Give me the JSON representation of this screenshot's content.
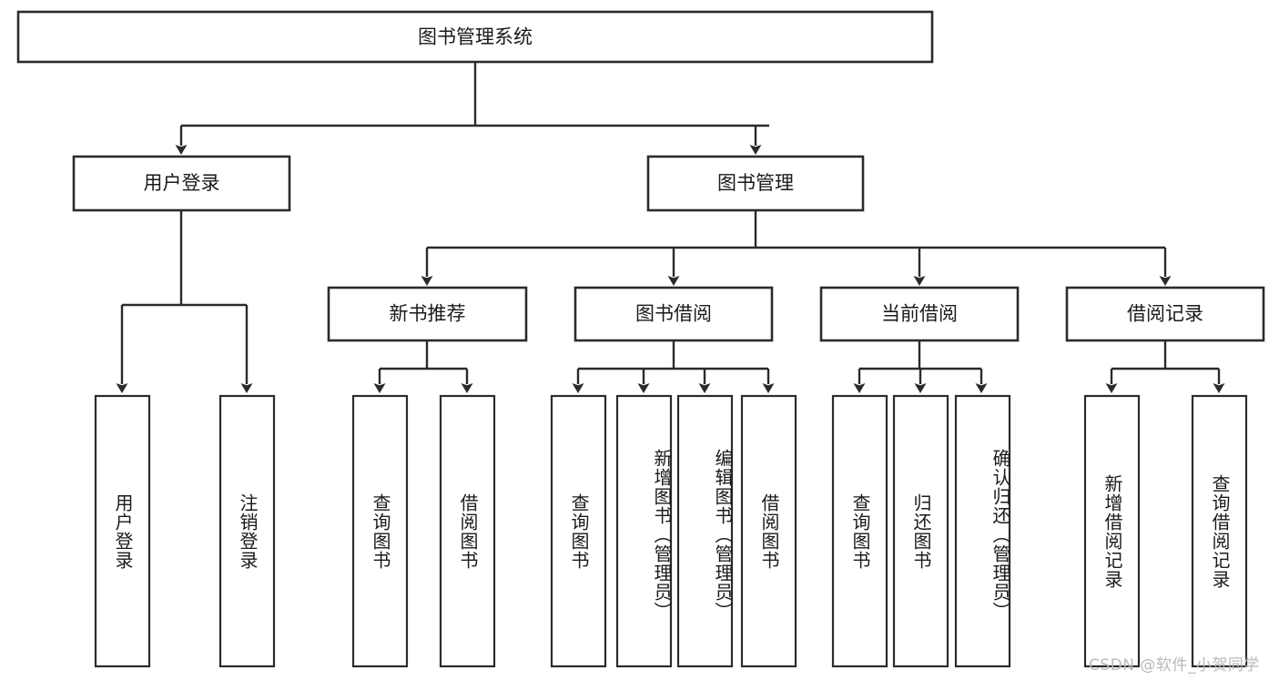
{
  "diagram": {
    "type": "tree-hierarchy",
    "title": "图书管理系统",
    "orientation": "top-down",
    "root": {
      "label": "图书管理系统",
      "level": 1
    },
    "level2": [
      {
        "label": "用户登录"
      },
      {
        "label": "图书管理"
      }
    ],
    "level3": [
      {
        "label": "新书推荐"
      },
      {
        "label": "图书借阅"
      },
      {
        "label": "当前借阅"
      },
      {
        "label": "借阅记录"
      }
    ],
    "leaves": {
      "user_login": [
        {
          "label": "用户登录"
        },
        {
          "label": "注销登录"
        }
      ],
      "new_book_recommend": [
        {
          "label": "查询图书"
        },
        {
          "label": "借阅图书"
        }
      ],
      "book_borrow": [
        {
          "label": "查询图书"
        },
        {
          "label": "新增图书（管理员）"
        },
        {
          "label": "编辑图书（管理员）"
        },
        {
          "label": "借阅图书"
        }
      ],
      "current_borrow": [
        {
          "label": "查询图书"
        },
        {
          "label": "归还图书"
        },
        {
          "label": "确认归还（管理员）"
        }
      ],
      "borrow_record": [
        {
          "label": "新增借阅记录"
        },
        {
          "label": "查询借阅记录"
        }
      ]
    },
    "watermark": "CSDN @软件_小贺同学",
    "colors": {
      "stroke": "#2b2b2b",
      "fill": "#ffffff",
      "text": "#1a1a1a",
      "watermark": "#b9b9b9"
    }
  }
}
